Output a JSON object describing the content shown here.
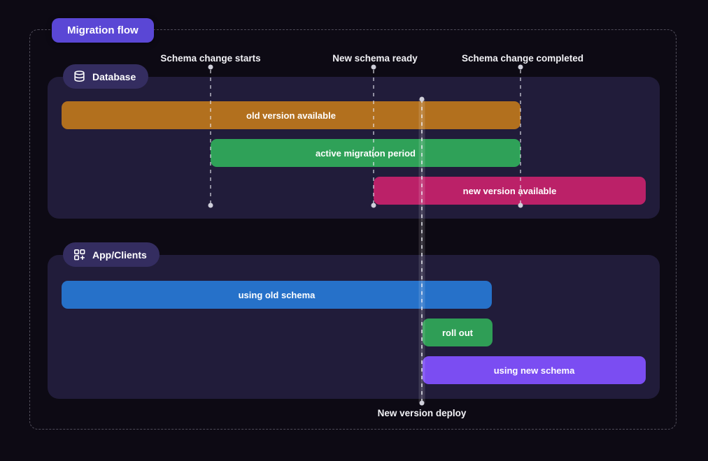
{
  "title_badge": {
    "label": "Migration flow"
  },
  "milestones": [
    {
      "label": "Schema change starts"
    },
    {
      "label": "New schema ready"
    },
    {
      "label": "Schema change completed"
    }
  ],
  "deploy_marker": {
    "label": "New version deploy"
  },
  "sections": [
    {
      "label": "Database",
      "icon": "database-icon",
      "bars": [
        {
          "label": "old version available",
          "color": "#b2701e"
        },
        {
          "label": "active migration period",
          "color": "#2fa158"
        },
        {
          "label": "new version available",
          "color": "#bb2168"
        }
      ]
    },
    {
      "label": "App/Clients",
      "icon": "apps-grid-icon",
      "bars": [
        {
          "label": "using old schema",
          "color": "#2671c9"
        },
        {
          "label": "roll out",
          "color": "#2f9e56"
        },
        {
          "label": "using new schema",
          "color": "#7b4df2"
        }
      ]
    }
  ],
  "colors": {
    "background": "#0d0a14",
    "panel": "#211c3a",
    "pill": "#342d60",
    "title_badge": "#5a47d5",
    "frame_dash": "#bebccd",
    "text": "#f5f5f7"
  }
}
